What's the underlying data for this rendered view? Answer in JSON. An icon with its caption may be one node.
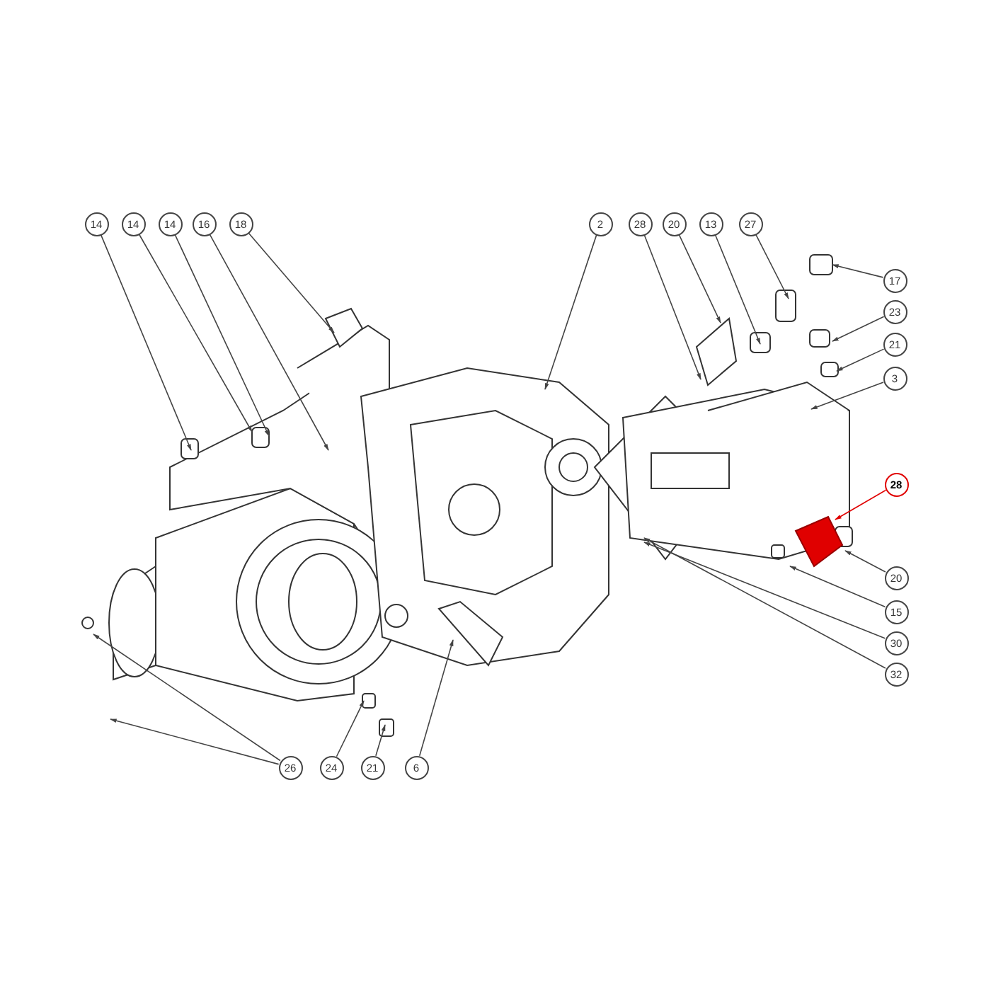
{
  "diagram": {
    "nodes": [
      {
        "text": [
          "14"
        ]
      },
      {
        "text": [
          "14"
        ]
      },
      {
        "text": [
          "14"
        ]
      },
      {
        "text": [
          "16"
        ]
      },
      {
        "text": [
          "18"
        ]
      },
      {
        "text": [
          "2"
        ]
      },
      {
        "text": [
          "28"
        ]
      },
      {
        "text": [
          "20"
        ]
      },
      {
        "text": [
          "13"
        ]
      },
      {
        "text": [
          "27"
        ]
      },
      {
        "text": [
          "17"
        ]
      },
      {
        "text": [
          "23"
        ]
      },
      {
        "text": [
          "21"
        ]
      },
      {
        "text": [
          "3"
        ]
      },
      {
        "text": [
          "28"
        ]
      },
      {
        "text": [
          "20"
        ]
      },
      {
        "text": [
          "15"
        ]
      },
      {
        "text": [
          "30"
        ]
      },
      {
        "text": [
          "32"
        ]
      },
      {
        "text": [
          "26"
        ]
      },
      {
        "text": [
          "24"
        ]
      },
      {
        "text": [
          "21"
        ]
      },
      {
        "text": [
          "6"
        ]
      }
    ],
    "edges": [
      {
        "from": 0,
        "to": null,
        "arrow": "to"
      },
      {
        "from": 1,
        "to": null,
        "arrow": "to"
      },
      {
        "from": 2,
        "to": null,
        "arrow": "to"
      },
      {
        "from": 3,
        "to": null,
        "arrow": "to"
      },
      {
        "from": 4,
        "to": null,
        "arrow": "to"
      },
      {
        "from": 5,
        "to": null,
        "arrow": "to"
      },
      {
        "from": 6,
        "to": null,
        "arrow": "to"
      },
      {
        "from": 7,
        "to": null,
        "arrow": "to"
      },
      {
        "from": 8,
        "to": null,
        "arrow": "to"
      },
      {
        "from": 9,
        "to": null,
        "arrow": "to"
      },
      {
        "from": 10,
        "to": null,
        "arrow": "to"
      },
      {
        "from": 11,
        "to": null,
        "arrow": "to"
      },
      {
        "from": 12,
        "to": null,
        "arrow": "to"
      },
      {
        "from": 13,
        "to": null,
        "arrow": "to"
      },
      {
        "from": 14,
        "to": null,
        "arrow": "to",
        "color": "#e00000"
      },
      {
        "from": 15,
        "to": null,
        "arrow": "to"
      },
      {
        "from": 16,
        "to": null,
        "arrow": "to"
      },
      {
        "from": 17,
        "to": null,
        "arrow": "to"
      },
      {
        "from": 18,
        "to": null,
        "arrow": "to"
      },
      {
        "from": 19,
        "to": null,
        "arrow": "to"
      },
      {
        "from": 19,
        "to": null,
        "arrow": "to"
      },
      {
        "from": 20,
        "to": null,
        "arrow": "to"
      },
      {
        "from": 21,
        "to": null,
        "arrow": "to"
      },
      {
        "from": 22,
        "to": null,
        "arrow": "to"
      }
    ]
  }
}
